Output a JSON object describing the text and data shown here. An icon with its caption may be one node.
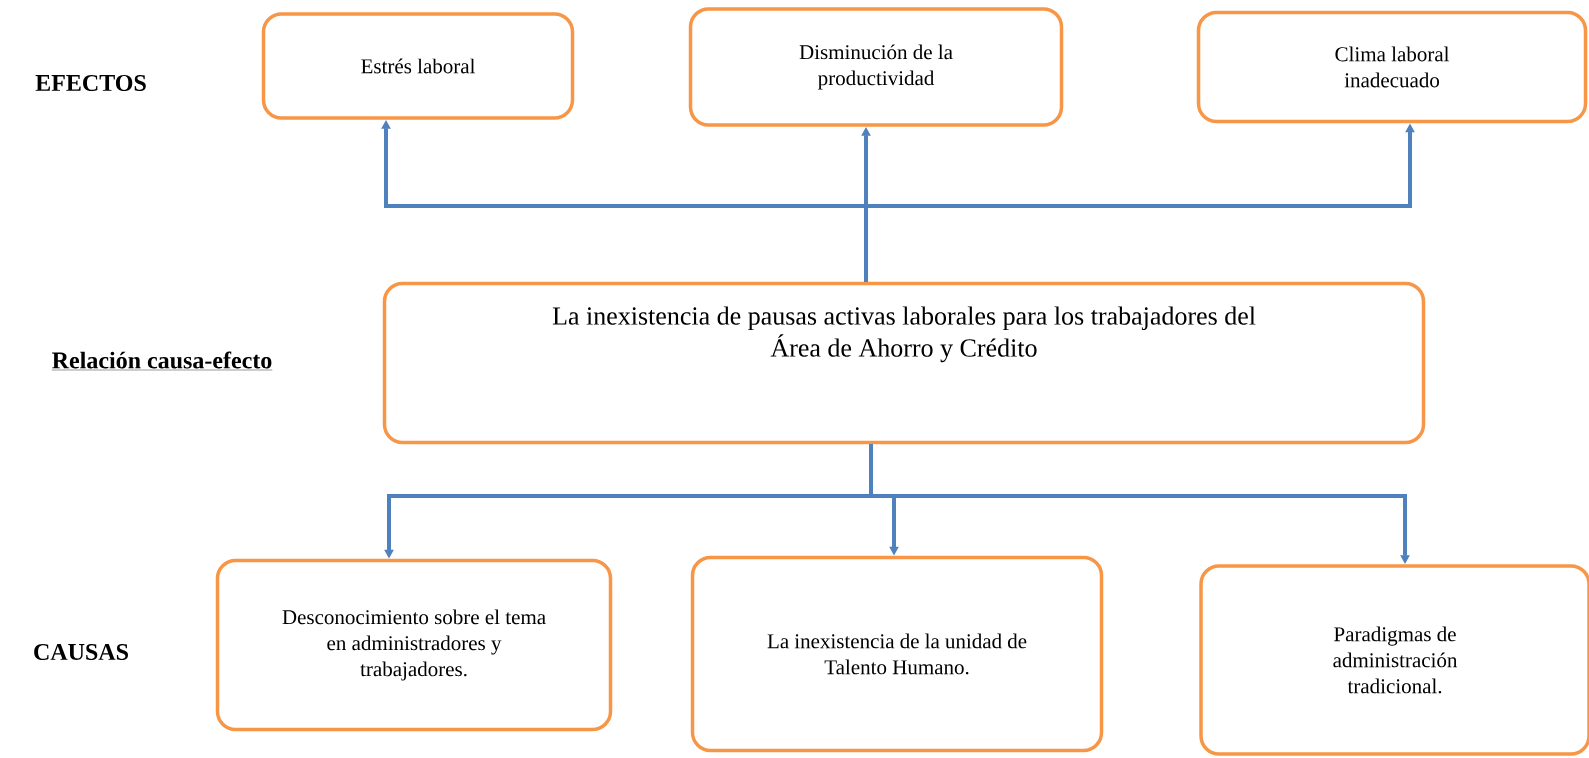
{
  "diagram": {
    "nodes": [
      {
        "text": [
          "Estrés laboral"
        ]
      },
      {
        "text": [
          "Disminución de la productividad"
        ]
      },
      {
        "text": [
          "Clima laboral inadecuado"
        ]
      },
      {
        "text": [
          "La inexistencia de pausas activas laborales para los trabajadores del Área de Ahorro y Crédito"
        ]
      },
      {
        "text": [
          "Desconocimiento sobre el tema en administradores y trabajadores."
        ]
      },
      {
        "text": [
          "La inexistencia de la unidad de Talento Humano."
        ]
      },
      {
        "text": [
          "Paradigmas de administración tradicional."
        ]
      }
    ],
    "edges": [
      {
        "from": 3,
        "to": 0,
        "arrow": "to"
      },
      {
        "from": 3,
        "to": 1,
        "arrow": "to"
      },
      {
        "from": 3,
        "to": 2,
        "arrow": "to"
      },
      {
        "from": 3,
        "to": 4,
        "arrow": "to"
      },
      {
        "from": 3,
        "to": 5,
        "arrow": "to"
      },
      {
        "from": 3,
        "to": 6,
        "arrow": "to"
      }
    ],
    "labels": [
      "EFECTOS",
      "Relación causa-efecto",
      "CAUSAS"
    ]
  }
}
